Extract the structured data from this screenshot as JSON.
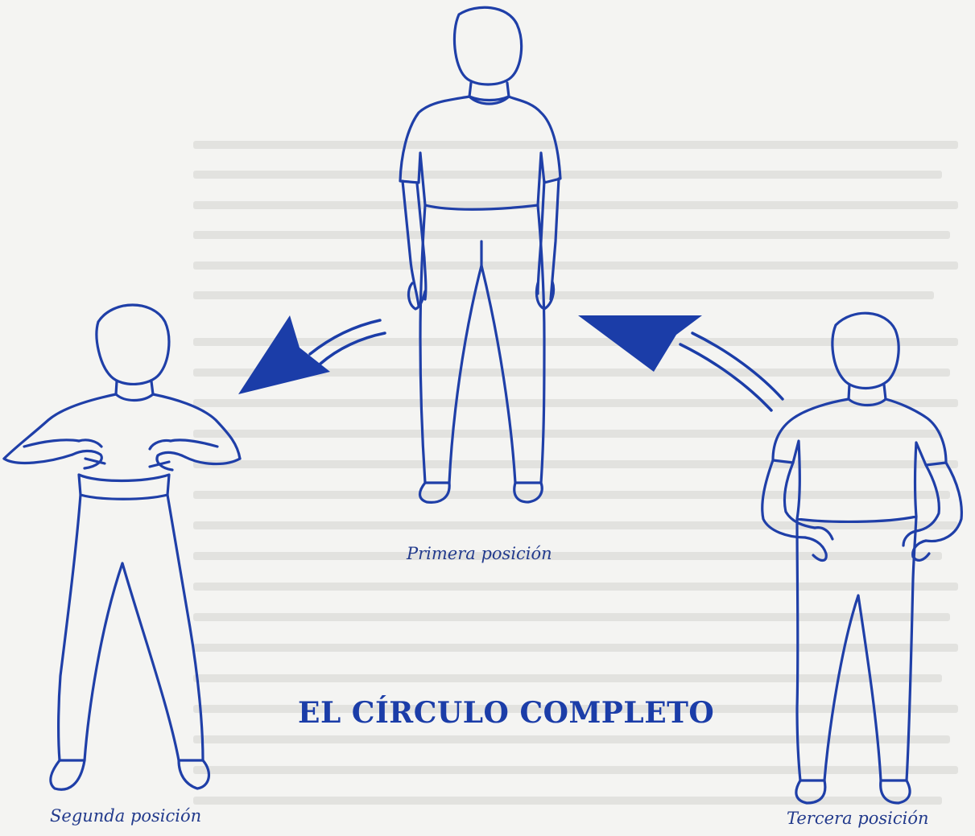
{
  "figures": [
    {
      "id": "primera",
      "caption": "Primera posición"
    },
    {
      "id": "segunda",
      "caption": "Segunda posición"
    },
    {
      "id": "tercera",
      "caption": "Tercera posición"
    }
  ],
  "headline": "EL CÍRCULO COMPLETO",
  "colors": {
    "ink": "#1b3da8",
    "caption": "#223a8c",
    "paper": "#f4f4f2"
  }
}
